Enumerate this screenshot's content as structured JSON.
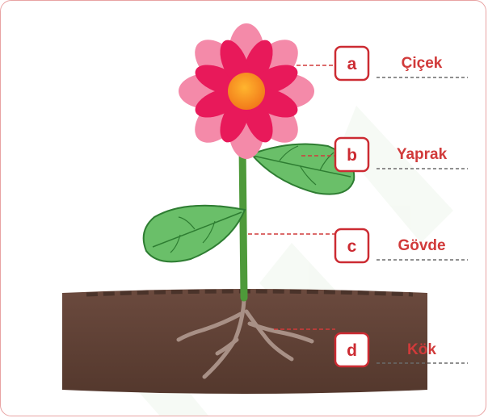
{
  "labels": [
    {
      "letter": "a",
      "name": "Çiçek"
    },
    {
      "letter": "b",
      "name": "Yaprak"
    },
    {
      "letter": "c",
      "name": "Gövde"
    },
    {
      "letter": "d",
      "name": "Kök"
    }
  ],
  "colors": {
    "label_red": "#d13a3a",
    "badge_border": "#cc2b32",
    "petal_light": "#f48aa9",
    "petal_dark": "#e8195a",
    "flower_center": "#f7941d",
    "leaf": "#6abf69",
    "stem": "#4e9a3a",
    "soil": "#6b4a3e",
    "root": "#a89086"
  }
}
